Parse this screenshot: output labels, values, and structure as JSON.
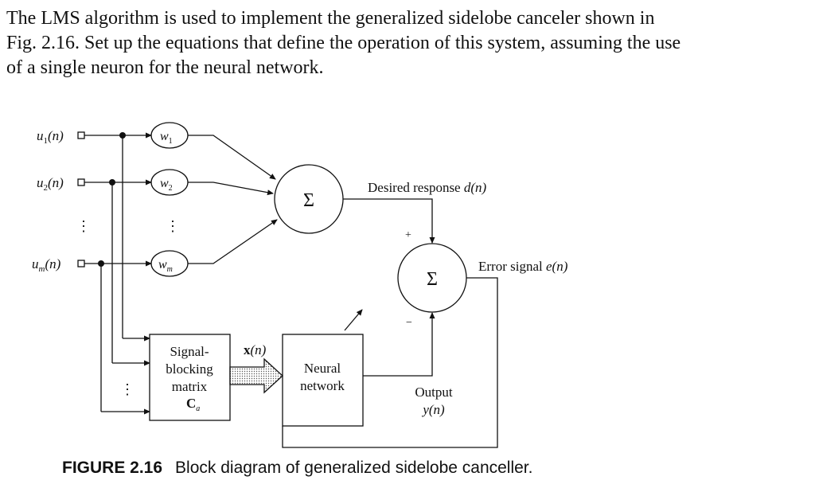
{
  "problem_text": {
    "line1": "The LMS algorithm is used to implement the generalized sidelobe canceler shown in",
    "line2": "Fig. 2.16. Set up the equations that define the operation of this system, assuming the use",
    "line3": "of a single neuron for the neural network."
  },
  "diagram": {
    "inputs": [
      {
        "name": "u",
        "sub": "1",
        "arg": "(n)"
      },
      {
        "name": "u",
        "sub": "2",
        "arg": "(n)"
      },
      {
        "name": "u",
        "sub": "m",
        "arg": "(n)"
      }
    ],
    "weights": [
      {
        "name": "w",
        "sub": "1"
      },
      {
        "name": "w",
        "sub": "2"
      },
      {
        "name": "w",
        "sub": "m"
      }
    ],
    "ellipsis": "⋮",
    "summer_symbol": "Σ",
    "desired_response": {
      "text": "Desired response ",
      "var": "d(n)"
    },
    "plus_sign": "+",
    "minus_sign": "−",
    "error_signal": {
      "text": "Error signal ",
      "var": "e(n)"
    },
    "blocking_matrix": {
      "line1": "Signal-",
      "line2": "blocking",
      "line3": "matrix",
      "symbol": "C",
      "symbol_sub": "a"
    },
    "x_signal": {
      "bold": "x",
      "arg": "(n)"
    },
    "neural_network": {
      "line1": "Neural",
      "line2": "network"
    },
    "output": {
      "line1": "Output",
      "line2": "y(n)"
    }
  },
  "caption": {
    "figure_number": "FIGURE 2.16",
    "text": "Block diagram of generalized sidelobe canceller."
  }
}
